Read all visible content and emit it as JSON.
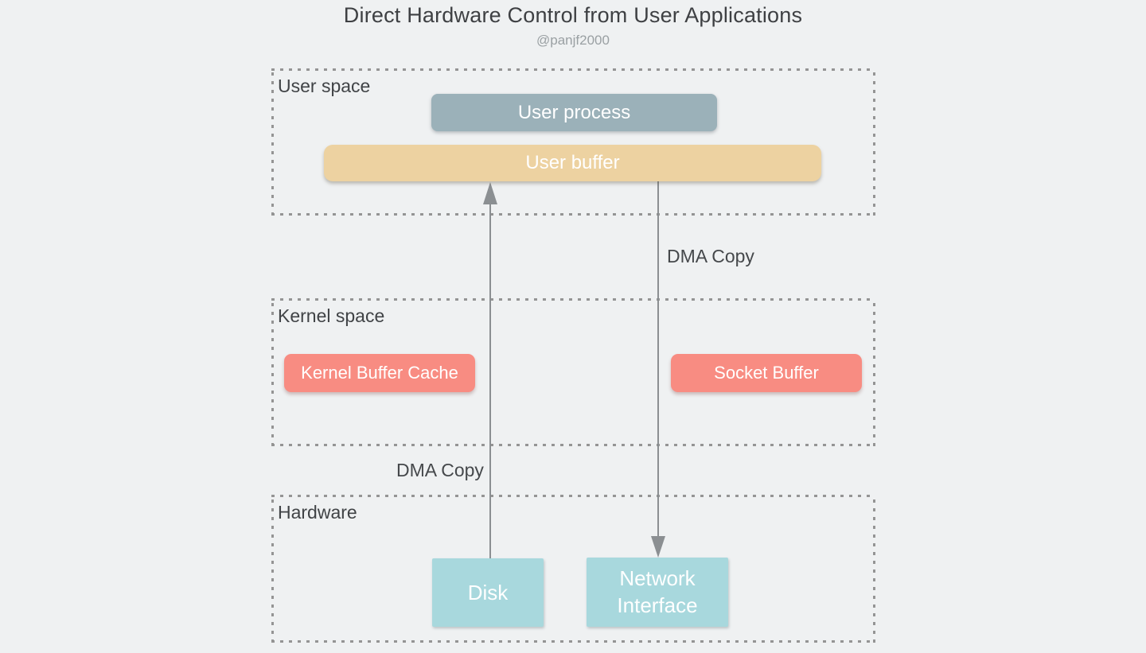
{
  "title": {
    "text": "Direct Hardware Control from User Applications",
    "author": "@panjf2000"
  },
  "colors": {
    "background": "#eff1f2",
    "user_process_fill": "#9bb1b9",
    "user_buffer_fill": "#edd2a1",
    "kernel_node_fill": "#f88c82",
    "hardware_node_fill": "#a8d8dd",
    "dashed_border": "#949494",
    "arrow": "#8b8f92",
    "region_label_text": "#404346",
    "node_text": "#ffffff"
  },
  "regions": {
    "user_space": {
      "label": "User space"
    },
    "kernel_space": {
      "label": "Kernel space"
    },
    "hardware": {
      "label": "Hardware"
    }
  },
  "nodes": {
    "user_process": {
      "label": "User process"
    },
    "user_buffer": {
      "label": "User buffer"
    },
    "kernel_buffer_cache": {
      "label": "Kernel Buffer Cache"
    },
    "socket_buffer": {
      "label": "Socket Buffer"
    },
    "disk": {
      "label": "Disk"
    },
    "network_interface": {
      "label": "Network Interface"
    }
  },
  "edges": {
    "disk_to_user_buffer": {
      "label": "DMA Copy",
      "direction": "up"
    },
    "user_buffer_to_network_interface": {
      "label": "DMA Copy",
      "direction": "down"
    }
  }
}
